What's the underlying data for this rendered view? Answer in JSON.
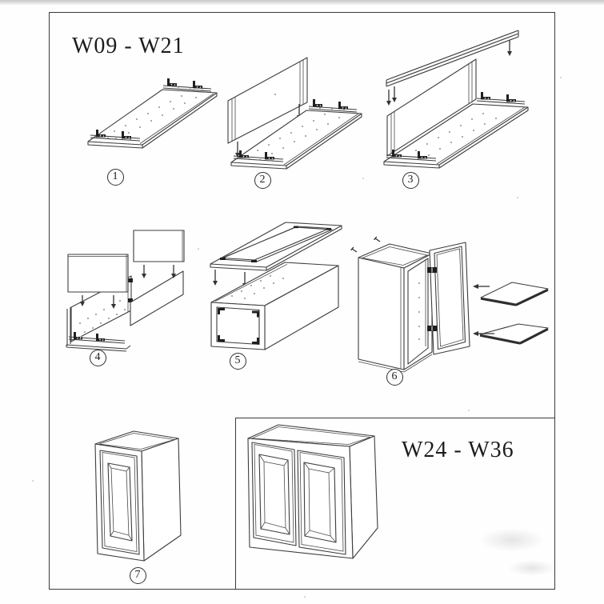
{
  "sheet": {
    "group1_title": "W09 - W21",
    "group2_title": "W24 - W36",
    "steps": [
      {
        "number": "1"
      },
      {
        "number": "2"
      },
      {
        "number": "3"
      },
      {
        "number": "4"
      },
      {
        "number": "5"
      },
      {
        "number": "6"
      },
      {
        "number": "7"
      }
    ]
  }
}
